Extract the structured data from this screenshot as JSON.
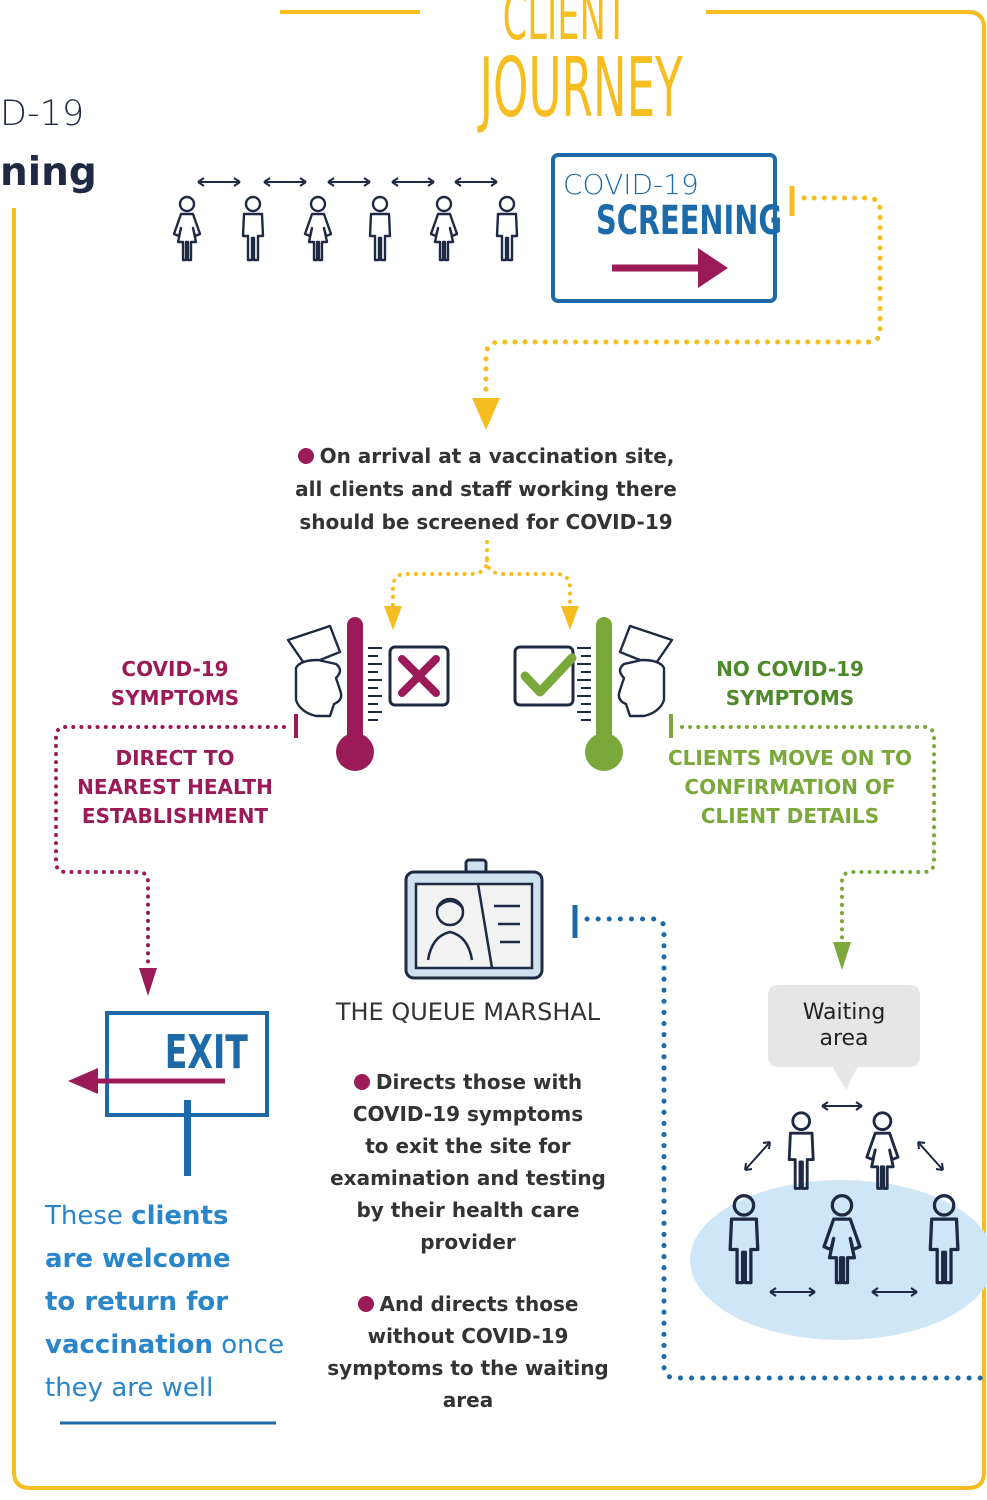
{
  "title": {
    "line1": "CLIENT",
    "line2": "JOURNEY"
  },
  "left_cutoff": {
    "line1": "D-19",
    "line2": "ning"
  },
  "screening_sign": {
    "line1": "COVID-19",
    "line2": "SCREENING"
  },
  "arrival_text": [
    "On arrival at a vaccination site,",
    "all clients and staff working there",
    "should be screened for COVID-19"
  ],
  "symptoms": {
    "label_line1": "COVID-19",
    "label_line2": "SYMPTOMS",
    "action_line1": "DIRECT TO",
    "action_line2": "NEAREST HEALTH",
    "action_line3": "ESTABLISHMENT"
  },
  "no_symptoms": {
    "label_line1": "NO COVID-19",
    "label_line2": "SYMPTOMS",
    "action_line1": "CLIENTS MOVE ON TO",
    "action_line2": "CONFIRMATION OF",
    "action_line3": "CLIENT DETAILS"
  },
  "exit_sign": "EXIT",
  "marshal": {
    "heading": "THE QUEUE MARSHAL",
    "bullet1": [
      "Directs those with",
      "COVID-19 symptoms",
      "to exit the site for",
      "examination and testing",
      "by their health care",
      "provider"
    ],
    "bullet2": [
      "And directs those",
      "without COVID-19",
      "symptoms to the waiting",
      "area"
    ]
  },
  "welcome": {
    "w1": "These ",
    "w2": "clients",
    "w3": "are welcome",
    "w4": "to return for",
    "w5": "vaccination",
    "w6": " once",
    "w7": "they are well"
  },
  "waiting_area": {
    "line1": "Waiting",
    "line2": "area"
  },
  "colors": {
    "yellow": "#f5bd1f",
    "navy": "#1e2a44",
    "blue": "#2a86c8",
    "crimson": "#9b1b58",
    "green": "#7aa83a",
    "light_blue": "#cfe6f7"
  }
}
